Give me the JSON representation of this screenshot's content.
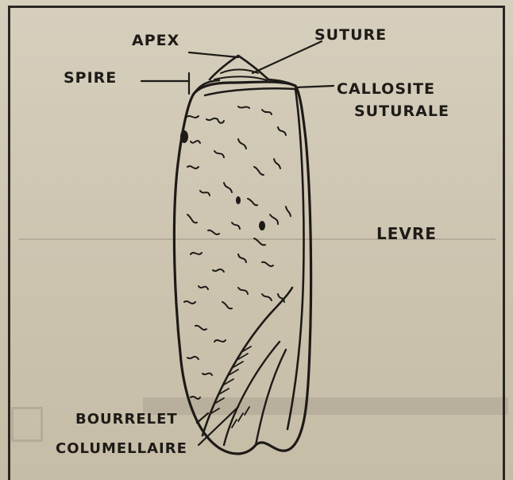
{
  "figure": {
    "labels": {
      "apex": "APEX",
      "suture": "SUTURE",
      "spire": "SPIRE",
      "callosite_line1": "CALLOSITE",
      "callosite_line2": "SUTURALE",
      "levre": "LEVRE",
      "bourrelet_line1": "BOURRELET",
      "bourrelet_line2": "COLUMELLAIRE"
    },
    "ink_color": "#1d1a17",
    "paper_color": "#d2cab7"
  }
}
